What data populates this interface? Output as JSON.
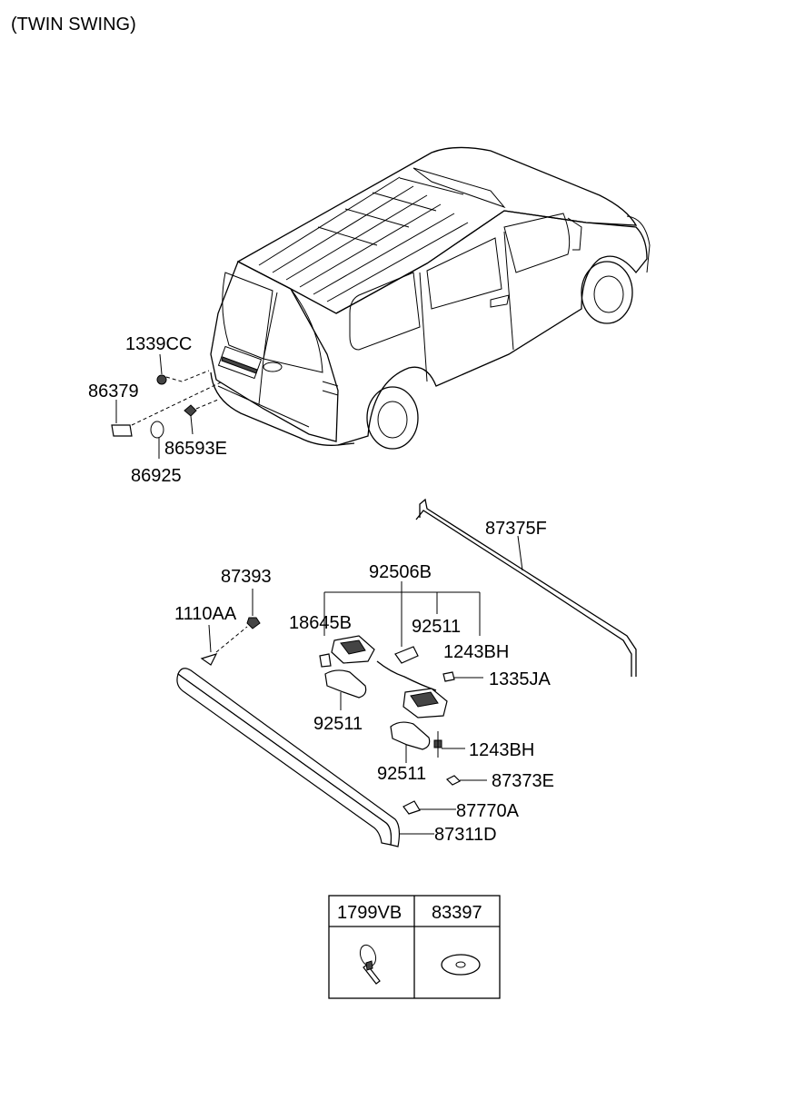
{
  "title": "(TWIN SWING)",
  "labels": {
    "p1339CC": "1339CC",
    "p86379": "86379",
    "p86593E": "86593E",
    "p86925": "86925",
    "p87375F": "87375F",
    "p87393": "87393",
    "p92506B": "92506B",
    "p1110AA": "1110AA",
    "p18645B": "18645B",
    "p92511_top": "92511",
    "p1243BH_top": "1243BH",
    "p1335JA": "1335JA",
    "p92511_left": "92511",
    "p1243BH_bottom": "1243BH",
    "p92511_bottom": "92511",
    "p87373E": "87373E",
    "p87770A": "87770A",
    "p87311D": "87311D"
  },
  "table": {
    "headers": [
      "1799VB",
      "83397"
    ],
    "icons": [
      "cable-tie-icon",
      "washer-icon"
    ]
  }
}
